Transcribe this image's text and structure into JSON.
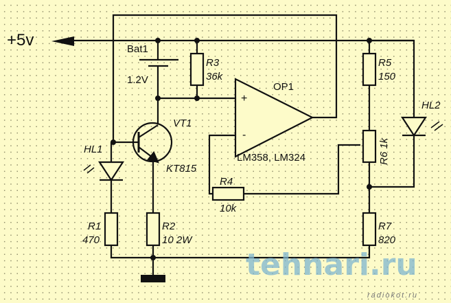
{
  "supply": {
    "label": "+5v"
  },
  "battery": {
    "name": "Bat1",
    "value": "1.2V"
  },
  "transistor": {
    "name": "VT1",
    "type": "KT815"
  },
  "opamp": {
    "name": "OP1",
    "type": "LM358, LM324",
    "plus": "+",
    "minus": "-"
  },
  "leds": [
    {
      "name": "HL1"
    },
    {
      "name": "HL2"
    }
  ],
  "resistors": [
    {
      "name": "R1",
      "value": "470"
    },
    {
      "name": "R2",
      "value": "10 2W"
    },
    {
      "name": "R3",
      "value": "36k"
    },
    {
      "name": "R4",
      "value": "10k"
    },
    {
      "name": "R5",
      "value": "150"
    },
    {
      "name": "R6",
      "value": "R6 1k"
    },
    {
      "name": "R7",
      "value": "820"
    }
  ],
  "watermark": {
    "main": "tehnari.ru",
    "sub": "radiokot.ru"
  }
}
